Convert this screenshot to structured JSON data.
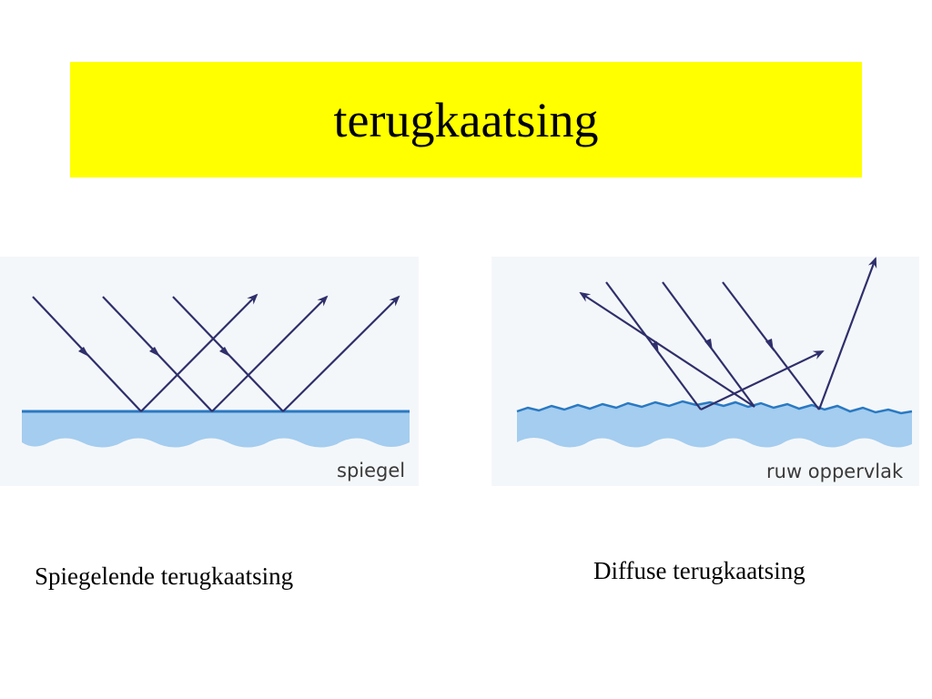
{
  "slide": {
    "title": "terugkaatsing",
    "title_background": "#ffff00"
  },
  "left_diagram": {
    "label": "spiegel",
    "caption": "Spiegelende terugkaatsing"
  },
  "right_diagram": {
    "label": "ruw oppervlak",
    "caption": "Diffuse terugkaatsing"
  },
  "colors": {
    "water": "#a4cdef",
    "surface_line": "#2a79c2",
    "ray": "#2f2f6b",
    "panel_background": "#f4f7fa"
  }
}
